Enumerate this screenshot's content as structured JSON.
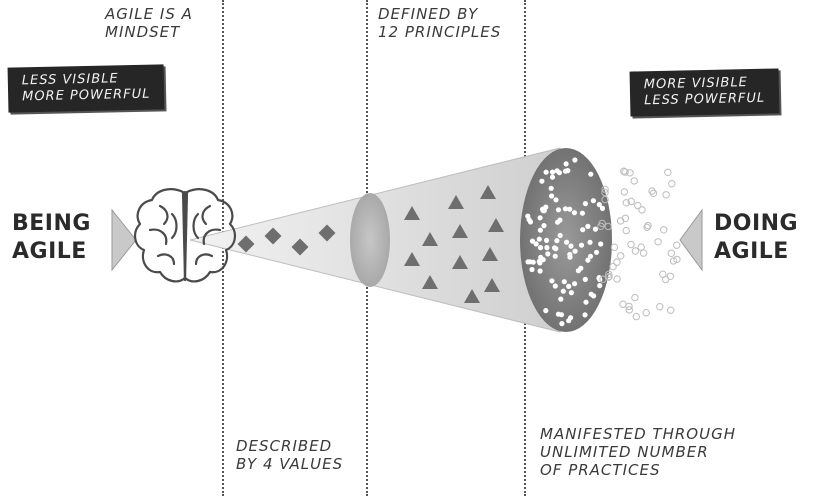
{
  "labels": {
    "mindset_line1": "AGILE IS A",
    "mindset_line2": "MINDSET",
    "principles_line1": "DEFINED BY",
    "principles_line2": "12 PRINCIPLES",
    "values_line1": "DESCRIBED",
    "values_line2": "BY 4 VALUES",
    "practices_line1": "MANIFESTED THROUGH",
    "practices_line2": "UNLIMITED NUMBER",
    "practices_line3": "OF PRACTICES",
    "being_line1": "BEING",
    "being_line2": "AGILE",
    "doing_line1": "DOING",
    "doing_line2": "AGILE"
  },
  "banners": {
    "left_line1": "LESS VISIBLE",
    "left_line2": "MORE POWERFUL",
    "right_line1": "MORE VISIBLE",
    "right_line2": "LESS POWERFUL"
  },
  "counts": {
    "values": 4,
    "principles": 12
  },
  "colors": {
    "ink": "#3a3a3a",
    "banner_bg": "#262626",
    "banner_text": "#f2f2f2",
    "cone_light": "#e6e6e6",
    "cone_dark": "#a8a8a8",
    "shape_fill": "#6e6e6e"
  },
  "icons": {
    "brain": "brain-icon",
    "left_arrow": "arrow-right-icon",
    "right_arrow": "arrow-left-icon"
  }
}
